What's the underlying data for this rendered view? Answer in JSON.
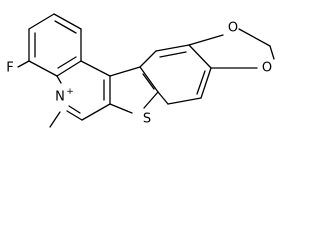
{
  "molecule": {
    "atoms": {
      "fluorine": "F",
      "nitrogen": "N",
      "nitrogen_charge": "+",
      "sulfur": "S",
      "oxygen_top": "O",
      "oxygen_bottom": "O"
    },
    "colors": {
      "bond": "#000000",
      "background": "#ffffff"
    }
  }
}
